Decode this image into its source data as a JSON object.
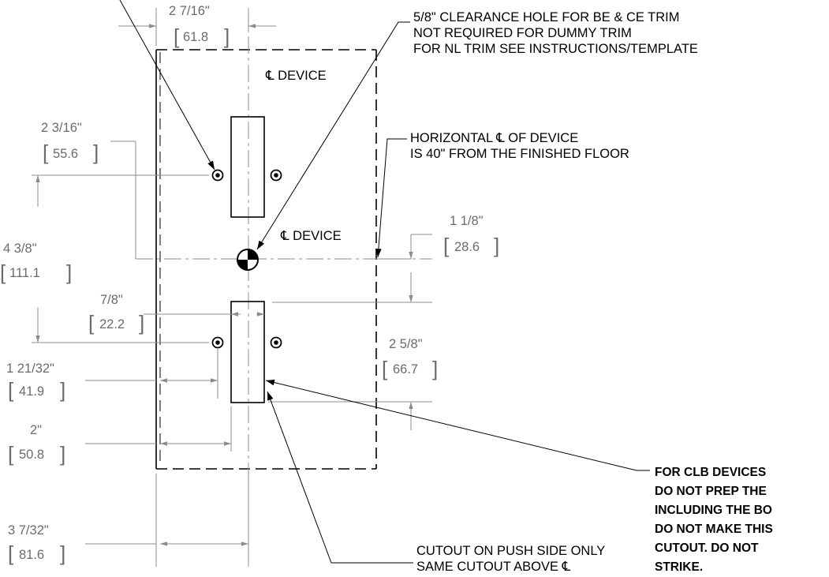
{
  "notes": {
    "clearance": [
      "5/8\" CLEARANCE HOLE FOR BE & CE TRIM",
      "NOT REQUIRED FOR DUMMY TRIM",
      "FOR NL TRIM SEE INSTRUCTIONS/TEMPLATE"
    ],
    "horizontal_cl": [
      "HORIZONTAL ℄ OF DEVICE",
      "IS 40\" FROM THE FINISHED FLOOR"
    ],
    "cutout": [
      "CUTOUT ON PUSH SIDE ONLY",
      "SAME CUTOUT ABOVE ℄"
    ],
    "clb": [
      "FOR CLB DEVICES",
      "DO NOT PREP THE",
      "INCLUDING THE BO",
      "DO NOT MAKE THIS",
      "CUTOUT.  DO NOT",
      "STRIKE."
    ]
  },
  "labels": {
    "cl_device_top": "℄ DEVICE",
    "cl_device_mid": "℄ DEVICE"
  },
  "dimensions": {
    "top_width": {
      "imperial": "2 7/16\"",
      "metric": "61.8"
    },
    "upper_hole": {
      "imperial": "2 3/16\"",
      "metric": "55.6"
    },
    "hole_spacing": {
      "imperial": "4 3/8\"",
      "metric": "111.1"
    },
    "cutout_width": {
      "imperial": "7/8\"",
      "metric": "22.2"
    },
    "hole_offset": {
      "imperial": "1 21/32\"",
      "metric": "41.9"
    },
    "cutout_offset": {
      "imperial": "2\"",
      "metric": "50.8"
    },
    "backset": {
      "imperial": "3 7/32\"",
      "metric": "81.6"
    },
    "cl_to_cutout": {
      "imperial": "1 1/8\"",
      "metric": "28.6"
    },
    "cutout_height": {
      "imperial": "2 5/8\"",
      "metric": "66.7"
    }
  }
}
